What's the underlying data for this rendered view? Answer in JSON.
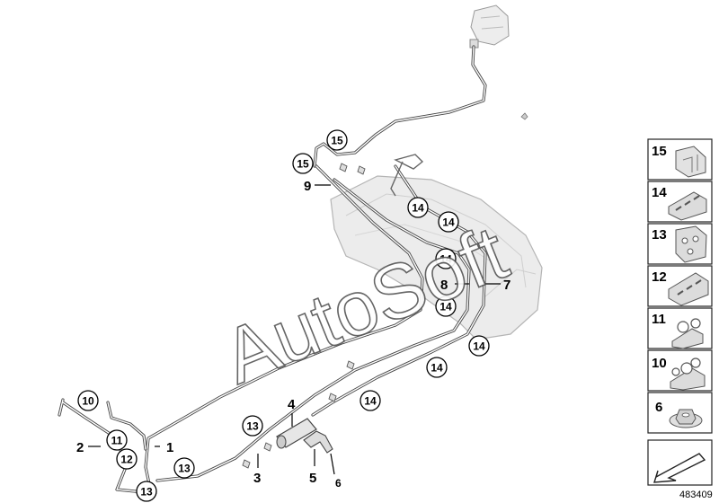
{
  "diagram": {
    "reference_number": "483409",
    "watermark": "AutoSoft",
    "line_labels": [
      "1",
      "2",
      "3",
      "4",
      "5",
      "6",
      "7",
      "8",
      "9"
    ],
    "callouts": [
      "15",
      "15",
      "14",
      "14",
      "14",
      "14",
      "14",
      "14",
      "14",
      "13",
      "13",
      "13",
      "10",
      "11",
      "12"
    ],
    "legend": [
      {
        "number": "15",
        "part": "clip-15"
      },
      {
        "number": "14",
        "part": "clip-14"
      },
      {
        "number": "13",
        "part": "clip-13"
      },
      {
        "number": "12",
        "part": "clip-12"
      },
      {
        "number": "11",
        "part": "clip-11"
      },
      {
        "number": "10",
        "part": "clip-10"
      },
      {
        "number": "6",
        "part": "nut-6"
      }
    ],
    "icons": {
      "arrow": "arrow-icon",
      "tank": "fuel-tank-icon",
      "filter": "fuel-filter-icon",
      "bracket": "bracket-icon",
      "filler": "filler-neck-icon"
    }
  }
}
